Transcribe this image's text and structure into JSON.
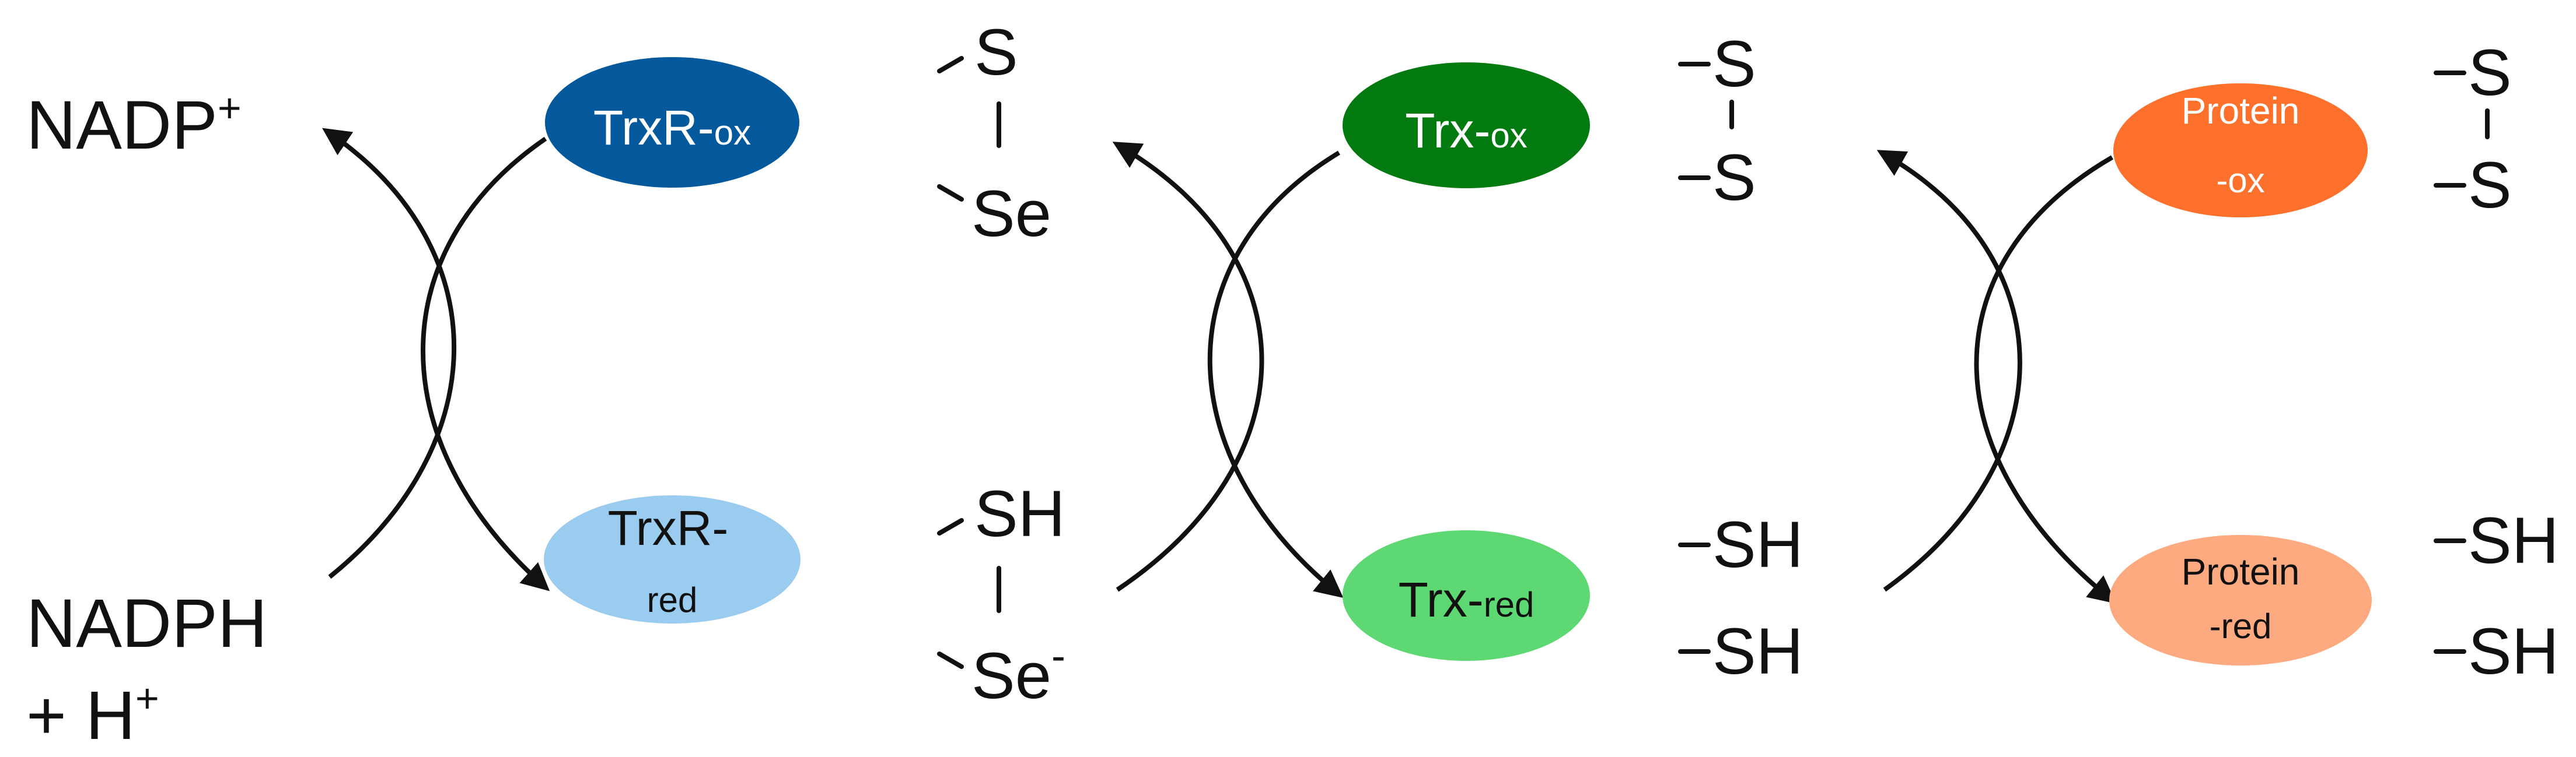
{
  "cofactor": {
    "oxidized": "NADP",
    "oxidized_sup": "+",
    "reduced_line1": "NADPH",
    "reduced_line2_prefix": "+ H",
    "reduced_line2_sup": "+"
  },
  "nodes": {
    "trxr_ox": {
      "main": "TrxR-",
      "sub": "ox",
      "color": "#03599c",
      "text_color": "#ffffff"
    },
    "trxr_red": {
      "main": "TrxR-",
      "sub": "red",
      "color": "#99ccee",
      "text_color": "#111111"
    },
    "trx_ox": {
      "main": "Trx-",
      "sub": "ox",
      "color": "#027a10",
      "text_color": "#ffffff"
    },
    "trx_red": {
      "main": "Trx-",
      "sub": "red",
      "color": "#5ed872",
      "text_color": "#111111"
    },
    "protein_ox": {
      "main": "Protein",
      "sub": "-ox",
      "color": "#fe712d",
      "text_color": "#ffffff"
    },
    "protein_red": {
      "main": "Protein",
      "sub": "-red",
      "color": "#fdaa80",
      "text_color": "#111111"
    }
  },
  "groups": {
    "trxr_ox": {
      "top": "S",
      "bottom": "Se"
    },
    "trxr_red": {
      "top": "SH",
      "bottom": "Se",
      "bottom_sup": "-"
    },
    "trx_ox": {
      "top": "S",
      "bottom": "S"
    },
    "trx_red": {
      "top": "SH",
      "bottom": "SH"
    },
    "protein_ox": {
      "top": "S",
      "bottom": "S"
    },
    "protein_red": {
      "top": "SH",
      "bottom": "SH"
    }
  }
}
